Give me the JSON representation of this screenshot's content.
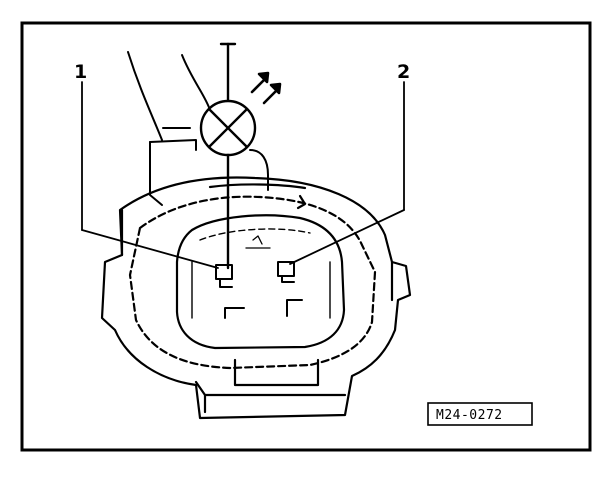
{
  "diagram": {
    "callouts": [
      {
        "id": "1",
        "label": "1"
      },
      {
        "id": "2",
        "label": "2"
      }
    ],
    "reference_code": "M24-0272",
    "colors": {
      "ink": "#000000",
      "paper": "#ffffff"
    },
    "icons": [
      "test-lamp-icon",
      "light-ray-arrows-icon"
    ]
  }
}
